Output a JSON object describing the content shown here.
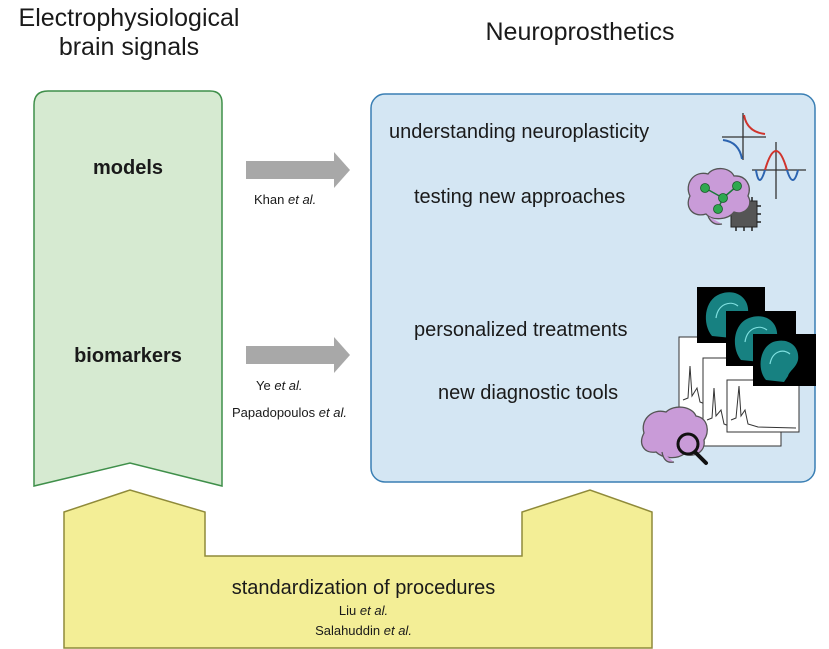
{
  "left_title": {
    "line1": "Electrophysiological",
    "line2": "brain signals"
  },
  "right_title": "Neuroprosthetics",
  "left_box": {
    "models": "models",
    "biomarkers": "biomarkers"
  },
  "arrows": [
    {
      "refs": [
        {
          "author": "Khan",
          "etal": "et al."
        }
      ]
    },
    {
      "refs": [
        {
          "author": "Ye",
          "etal": "et al."
        },
        {
          "author": "Papadopoulos",
          "etal": "et al."
        }
      ]
    }
  ],
  "right_box": {
    "items": [
      "understanding neuroplasticity",
      "testing new approaches",
      "personalized treatments",
      "new diagnostic tools"
    ]
  },
  "bottom_box": {
    "label": "standardization of procedures",
    "refs": [
      {
        "author": "Liu",
        "etal": "et al."
      },
      {
        "author": "Salahuddin",
        "etal": "et al."
      }
    ]
  },
  "colors": {
    "left_fill": "#d6ead1",
    "left_stroke": "#3f8f4a",
    "right_fill": "#d4e6f3",
    "right_stroke": "#3a7fb4",
    "bottom_fill": "#f3ee96",
    "bottom_stroke": "#8f8a3a",
    "arrow": "#a8a8a8"
  },
  "icons": [
    "response-curve-icon",
    "sine-wave-icon",
    "brain-network-chip-icon",
    "mri-scan-icon",
    "spectrum-plot-icon",
    "brain-magnifier-icon"
  ]
}
